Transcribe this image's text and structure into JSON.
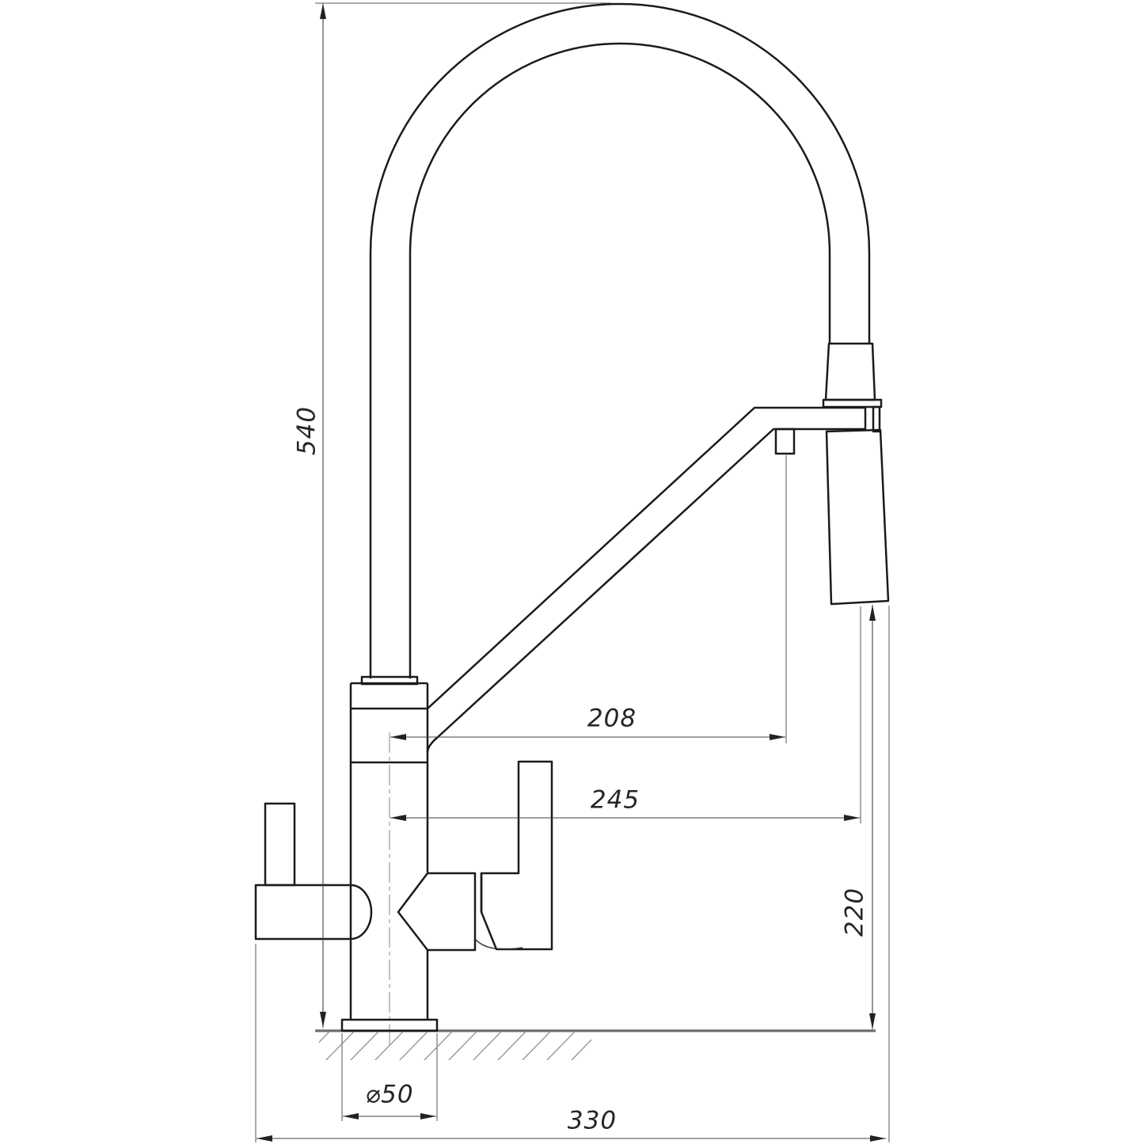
{
  "drawing": {
    "type": "technical-dimension-drawing",
    "subject": "kitchen faucet with pull-out spray head, side view",
    "dimensions": {
      "total_height": "540",
      "spout_reach": "208",
      "spray_reach": "245",
      "spray_clearance": "220",
      "base_diameter": "⌀50",
      "total_reach": "330"
    },
    "colors": {
      "outline": "#1b1b1b",
      "dimension_line": "#3f3f3f",
      "extension_line": "#555555",
      "hatch": "#909090",
      "surface": "#6e6e6e",
      "background": "#ffffff"
    }
  }
}
